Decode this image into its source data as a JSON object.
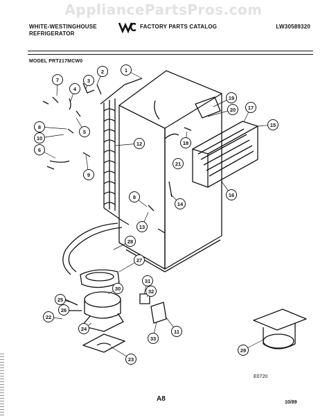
{
  "watermark": "AppliancePartsPros.com",
  "header": {
    "brand_line1": "WHITE-WESTINGHOUSE",
    "brand_line2": "REFRIGERATOR",
    "logo_text": "WCI",
    "catalog_title": "FACTORY PARTS CATALOG",
    "document_number": "LW30589320"
  },
  "model": "MODEL PRT217MCW0",
  "figure_code": "E0720",
  "page_label": "A8",
  "date": "10/89",
  "callouts": [
    "1",
    "2",
    "3",
    "4",
    "5",
    "6",
    "7",
    "8",
    "9",
    "10",
    "11",
    "12",
    "13",
    "14",
    "15",
    "16",
    "17",
    "18",
    "19",
    "20",
    "21",
    "22",
    "23",
    "24",
    "25",
    "26",
    "27",
    "28",
    "29",
    "30",
    "31",
    "32",
    "33"
  ],
  "colors": {
    "ink": "#111111",
    "watermark": "#e2e2e2",
    "paper": "#ffffff"
  }
}
